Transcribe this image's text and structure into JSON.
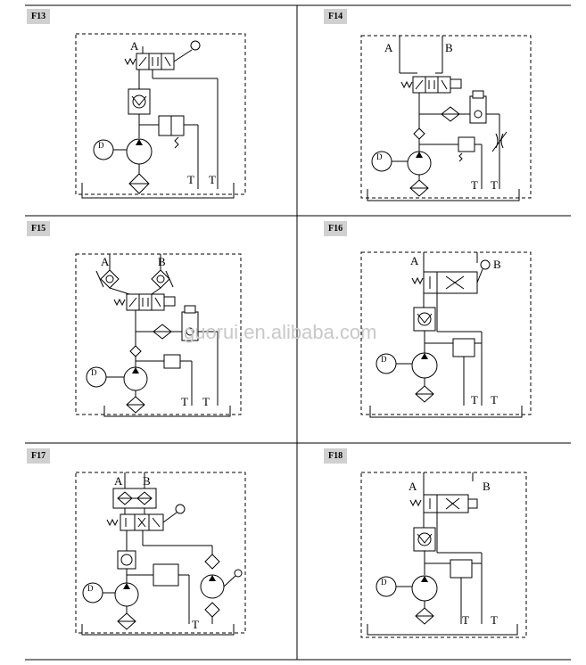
{
  "cells": [
    {
      "id": "F13",
      "ports": [
        "A",
        "T",
        "T"
      ]
    },
    {
      "id": "F14",
      "ports": [
        "A",
        "B",
        "T",
        "T"
      ]
    },
    {
      "id": "F15",
      "ports": [
        "A",
        "B",
        "T",
        "T"
      ]
    },
    {
      "id": "F16",
      "ports": [
        "A",
        "B",
        "T",
        "T"
      ]
    },
    {
      "id": "F17",
      "ports": [
        "A",
        "B",
        "T"
      ]
    },
    {
      "id": "F18",
      "ports": [
        "A",
        "B",
        "T",
        "T"
      ]
    }
  ],
  "watermark": "guorui.en.alibaba.com"
}
